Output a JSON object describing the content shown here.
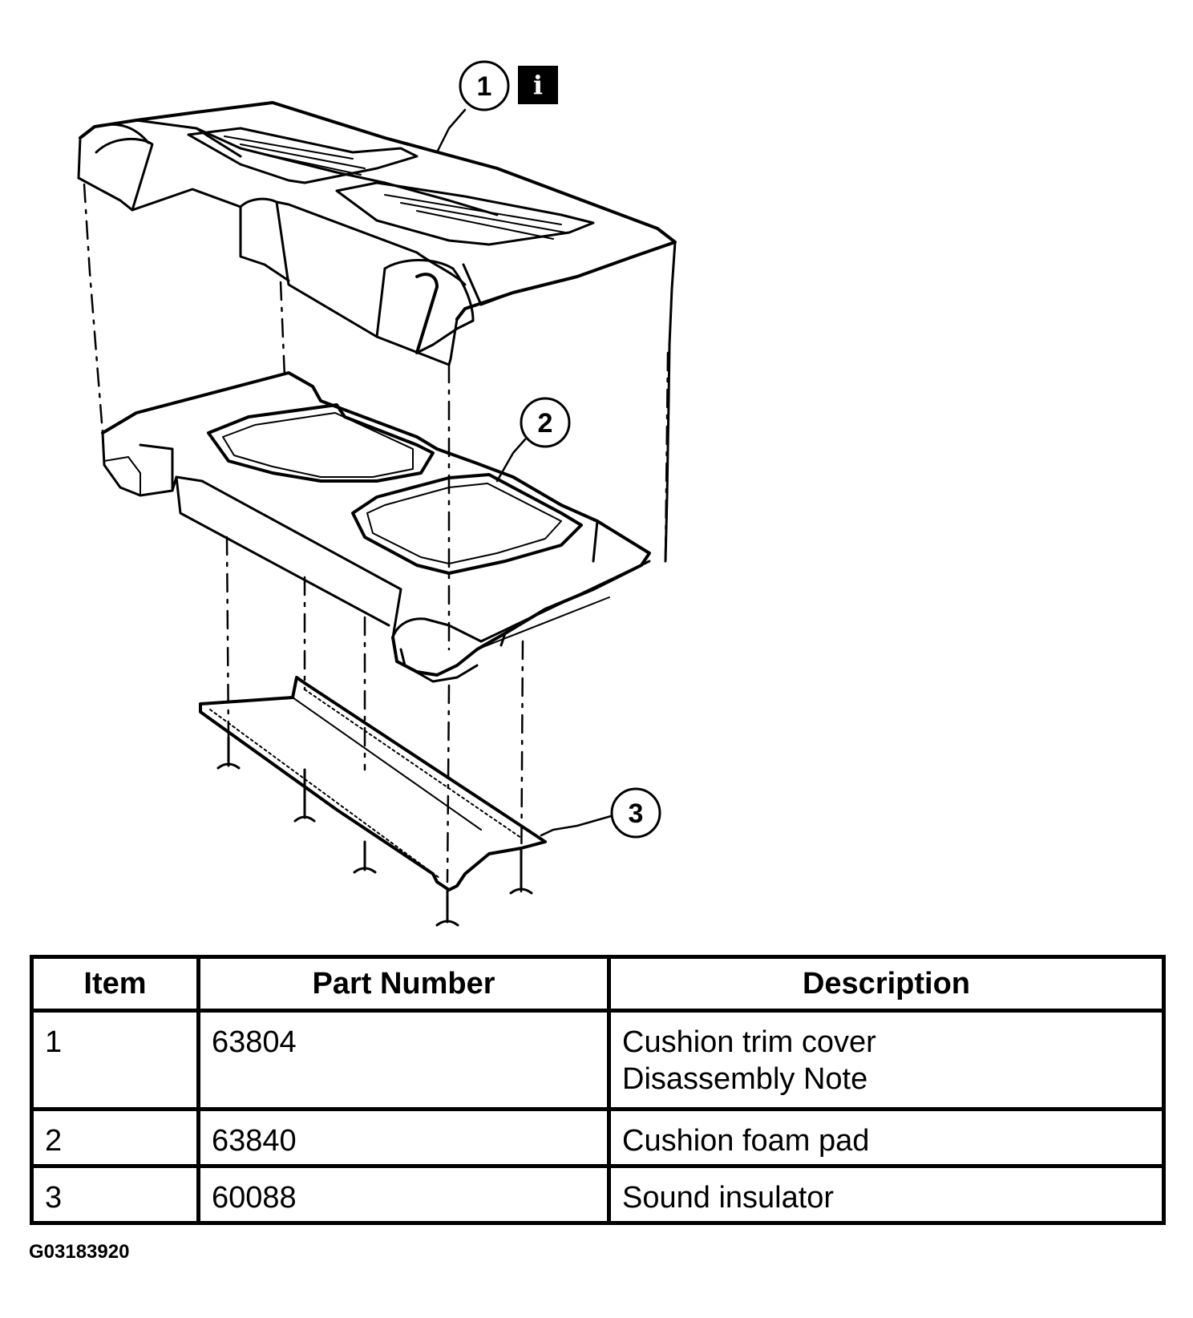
{
  "callouts": {
    "c1": "1",
    "c2": "2",
    "c3": "3",
    "info": "i"
  },
  "table": {
    "headers": {
      "item": "Item",
      "part_number": "Part Number",
      "description": "Description"
    },
    "rows": [
      {
        "item": "1",
        "part_number": "63804",
        "description": [
          "Cushion trim cover",
          "Disassembly Note"
        ]
      },
      {
        "item": "2",
        "part_number": "63840",
        "description": [
          "Cushion foam pad"
        ]
      },
      {
        "item": "3",
        "part_number": "60088",
        "description": [
          "Sound insulator"
        ]
      }
    ]
  },
  "figure_id": "G03183920"
}
